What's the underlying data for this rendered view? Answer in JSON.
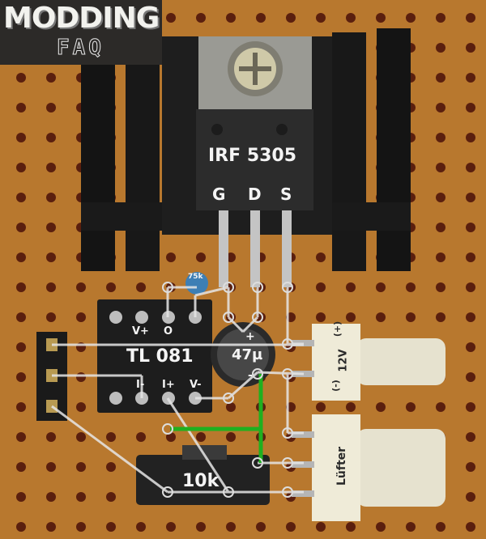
{
  "logo": {
    "main": "MODDING",
    "sub": "FAQ"
  },
  "mosfet": {
    "part": "IRF 5305",
    "pins": [
      "G",
      "D",
      "S"
    ]
  },
  "resistor_small": {
    "value": "75k"
  },
  "opamp": {
    "part": "TL 081",
    "pins": {
      "v_plus": "V+",
      "out": "O",
      "i_minus": "I-",
      "i_plus": "I+",
      "v_minus": "V-"
    }
  },
  "capacitor": {
    "value": "47µ",
    "plus": "+",
    "minus": "-"
  },
  "connector_power": {
    "label": "12V",
    "plus": "(+)",
    "minus": "(-)"
  },
  "connector_fan": {
    "label": "Lüfter"
  },
  "potentiometer": {
    "value": "10k"
  },
  "colors": {
    "board": "#b8782e",
    "hole": "#5a1f0e",
    "heatsink": "#141414",
    "wire_green": "#1fb01f",
    "wire_white": "#e6e6e6"
  }
}
